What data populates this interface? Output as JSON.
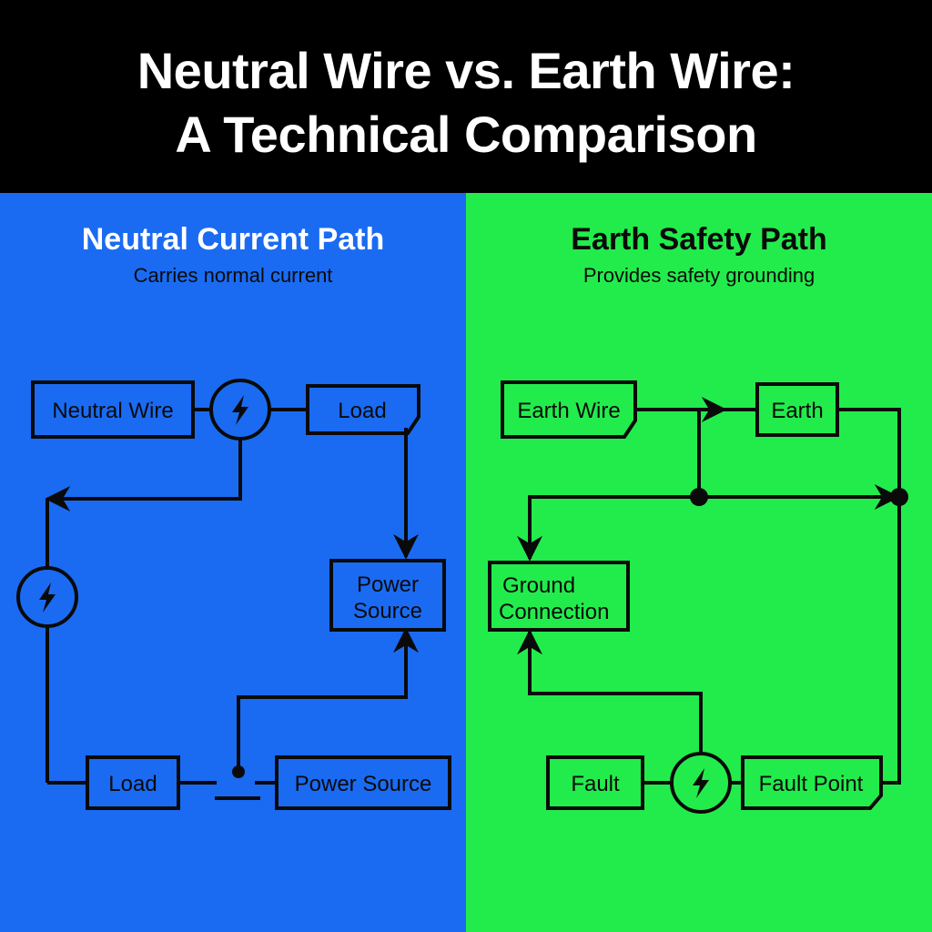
{
  "title": {
    "line1": "Neutral Wire vs. Earth Wire:",
    "line2": "A Technical Comparison"
  },
  "colors": {
    "title_bg": "#000000",
    "left_panel": "#1a6bf2",
    "right_panel": "#22ec4c",
    "lines": "#0a0a0a"
  },
  "left": {
    "title": "Neutral Current Path",
    "subtitle": "Carries normal current",
    "boxes": {
      "neutral_wire": "Neutral Wire",
      "load_top": "Load",
      "power_source_line1": "Power",
      "power_source_line2": "Source",
      "load_bottom": "Load",
      "power_source_bottom": "Power Source"
    },
    "icons": [
      "lightning-icon",
      "lightning-icon",
      "ground-symbol-icon"
    ]
  },
  "right": {
    "title": "Earth Safety Path",
    "subtitle": "Provides safety grounding",
    "boxes": {
      "earth_wire": "Earth Wire",
      "earth": "Earth",
      "ground_connection_line1": "Ground",
      "ground_connection_line2": "Connection",
      "fault": "Fault",
      "fault_point": "Fault Point"
    },
    "icons": [
      "lightning-icon"
    ]
  }
}
